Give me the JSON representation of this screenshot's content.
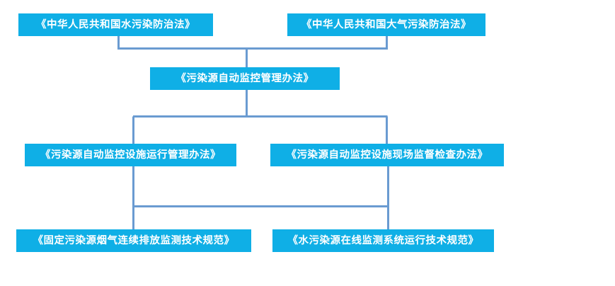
{
  "diagram": {
    "type": "hierarchy-flowchart",
    "orientation": "top-down",
    "background_color": "#ffffff",
    "node_fill_color": "#0fafe6",
    "node_text_color": "#ffffff",
    "connector_color": "#6a9bd1",
    "levels": [
      {
        "level": 1,
        "nodes": [
          {
            "id": "law-water",
            "label": "《中华人民共和国水污染防治法》"
          },
          {
            "id": "law-air",
            "label": "《中华人民共和国大气污染防治法》"
          }
        ]
      },
      {
        "level": 2,
        "nodes": [
          {
            "id": "measure-auto-monitor",
            "label": "《污染源自动监控管理办法》"
          }
        ]
      },
      {
        "level": 3,
        "nodes": [
          {
            "id": "measure-facility-operation",
            "label": "《污染源自动监控设施运行管理办法》"
          },
          {
            "id": "measure-site-supervision",
            "label": "《污染源自动监控设施现场监督检查办法》"
          }
        ]
      },
      {
        "level": 4,
        "nodes": [
          {
            "id": "spec-flue-gas",
            "label": "《固定污染源烟气连续排放监测技术规范》"
          },
          {
            "id": "spec-water-online",
            "label": "《水污染源在线监测系统运行技术规范》"
          }
        ]
      }
    ]
  }
}
